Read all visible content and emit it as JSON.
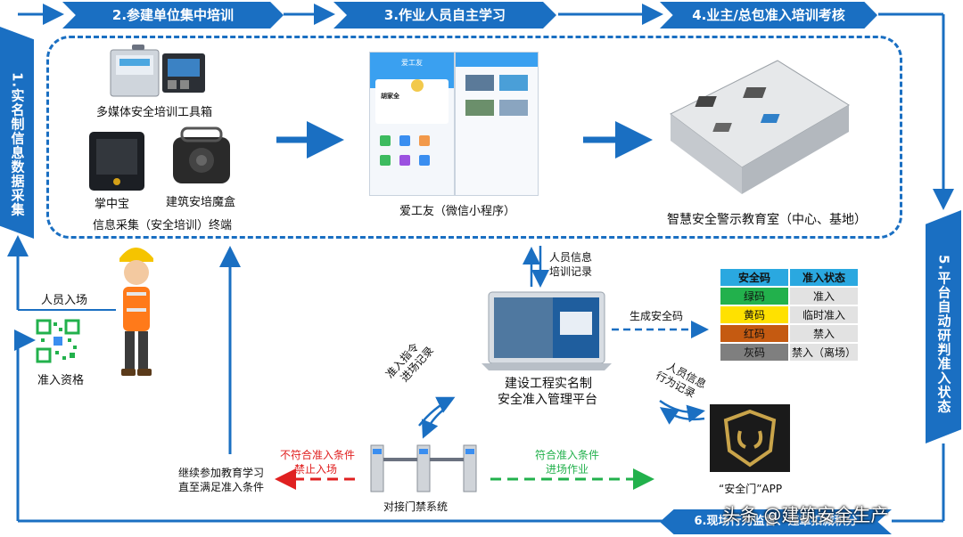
{
  "banners": {
    "b1": "1.实名制信息数据采集",
    "b2": "2.参建单位集中培训",
    "b3": "3.作业人员自主学习",
    "b4": "4.业主/总包准入培训考核",
    "b5": "5.平台自动研判准入状态",
    "b6": "6.现场行为监督、违章扣减积分"
  },
  "labels": {
    "toolbox": "多媒体安全培训工具箱",
    "zhangzhongbao": "掌中宝",
    "mohe": "建筑安培魔盒",
    "terminal": "信息采集（安全培训）终端",
    "aigongyou": "爱工友（微信小程序）",
    "room": "智慧安全警示教育室（中心、基地）",
    "personnel_entry": "人员入场",
    "admission_qual": "准入资格",
    "info_train_1": "人员信息",
    "info_train_2": "培训记录",
    "gen_code": "生成安全码",
    "platform_1": "建设工程实名制",
    "platform_2": "安全准入管理平台",
    "cmd_1": "准入指令",
    "cmd_2": "进场记录",
    "behavior_1": "人员信息",
    "behavior_2": "行为记录",
    "fail_1": "不符合准入条件",
    "fail_2": "禁止入场",
    "pass_1": "符合准入条件",
    "pass_2": "进场作业",
    "continue_1": "继续参加教育学习",
    "continue_2": "直至满足准入条件",
    "gate": "对接门禁系统",
    "app": "“安全门”APP",
    "watermark": "头条 @建筑安全生产"
  },
  "status_table": {
    "header": [
      "安全码",
      "准入状态"
    ],
    "rows": [
      {
        "code": "绿码",
        "status": "准入",
        "color": "#22b14c"
      },
      {
        "code": "黄码",
        "status": "临时准入",
        "color": "#ffe100"
      },
      {
        "code": "红码",
        "status": "禁入",
        "color": "#c55a11"
      },
      {
        "code": "灰码",
        "status": "禁入（离场）",
        "color": "#7f7f7f"
      }
    ]
  },
  "phone": {
    "title": "爱工友",
    "name": "胡家全"
  },
  "colors": {
    "primary": "#1a6fc2",
    "red": "#e02020",
    "green": "#22b14c"
  }
}
